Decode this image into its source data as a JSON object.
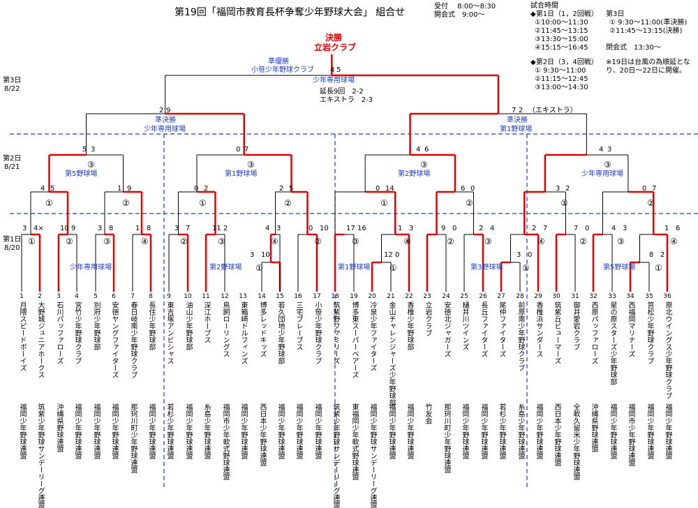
{
  "title": "第19回「福岡市教育長杯争奪少年野球大会」 組合せ",
  "reception": "受付　 8:00～8:30",
  "opening": "開会式　9:00～",
  "schedule": {
    "header": "試合時間",
    "day1": "◆第1日（1，2回戦）",
    "day1_times": [
      "①10:00～11:30",
      "②11:45～13:15",
      "③13:30～15:00",
      "④15:15～16:45"
    ],
    "day2": "◆第2日（3，4回戦）",
    "day2_times": [
      "① 9:30～11:00",
      "②11:15～12:45",
      "③13:00～14:30"
    ],
    "day3": "第3日",
    "day3_times": [
      "① 9:30～11:00(準決勝)",
      "②11:45～13:15(決勝)"
    ],
    "closing": "閉会式　13:30～",
    "note1": "※19日は台風の為順延とな",
    "note2": "り、20日～22日に開催。"
  },
  "days": {
    "d3": "第3日",
    "d3_date": "8/22",
    "d2": "第2日",
    "d2_date": "8/21",
    "d1": "第1日",
    "d1_date": "8/20"
  },
  "final": {
    "label": "決勝",
    "winner": "立岩クラブ",
    "runner_up_label": "準優勝",
    "runner_up": "小笹少年野球クラブ",
    "venue": "少年専用球場",
    "score_left": "4",
    "score_right": "5",
    "note1": "延長9回　2-2",
    "note2": "エキストラ　2-3"
  },
  "semis": {
    "left": {
      "label": "準決勝",
      "venue": "少年専用球場",
      "score_left": "2",
      "score_right": "9"
    },
    "right": {
      "label": "準決勝",
      "venue": "第1野球場",
      "score_left": "7",
      "score_right": "2",
      "note": "（エキストラ）"
    }
  },
  "quarters": [
    {
      "num": "③",
      "venue": "第5野球場",
      "s1": "5",
      "s2": "3"
    },
    {
      "num": "③",
      "venue": "第1野球場",
      "s1": "0",
      "s2": "7"
    },
    {
      "num": "③",
      "venue": "第2野球場",
      "s1": "4",
      "s2": "6"
    },
    {
      "num": "③",
      "venue": "少年専用球場",
      "s1": "4",
      "s2": "3"
    }
  ],
  "r16": [
    {
      "num": "①",
      "s1": "4",
      "s2": "5"
    },
    {
      "num": "②",
      "s1": "1",
      "s2": "9"
    },
    {
      "num": "①",
      "s1": "0",
      "s2": "2"
    },
    {
      "num": "②",
      "s1": "2",
      "s2": "5"
    },
    {
      "num": "①",
      "s1": "0",
      "s2": "14"
    },
    {
      "num": "②",
      "s1": "6",
      "s2": "0"
    },
    {
      "num": "①",
      "s1": "3",
      "s2": "2"
    },
    {
      "num": "②",
      "s1": "0",
      "s2": "7"
    }
  ],
  "r1_venues": [
    "少年専用球場",
    "第2野球場",
    "第1野球場",
    "第3野球場",
    "第5野球場"
  ],
  "r1_matches": [
    {
      "num": "①",
      "s1": "3",
      "s2": "4×"
    },
    {
      "num": "②",
      "s1": "10",
      "s2": "9"
    },
    {
      "num": "③",
      "s1": "3",
      "s2": "8"
    },
    {
      "num": "④",
      "s1": "1",
      "s2": "8"
    },
    {
      "num": "②",
      "s1": "3",
      "s2": "7"
    },
    {
      "num": "③",
      "s1": "11",
      "s2": "2"
    },
    {
      "num": "④",
      "s1": "4",
      "s2": "3"
    },
    {
      "num": "①",
      "s1": "3",
      "s2": "10"
    },
    {
      "num": "②",
      "s1": "0",
      "s2": "10"
    },
    {
      "num": "③",
      "s1": "17",
      "s2": "16"
    },
    {
      "num": "④",
      "s1": "1",
      "s2": "3"
    },
    {
      "num": "①",
      "s1": "12",
      "s2": "0"
    },
    {
      "num": "②",
      "s1": "9",
      "s2": "0"
    },
    {
      "num": "③",
      "s1": "2",
      "s2": "4"
    },
    {
      "num": "④",
      "s1": "2",
      "s2": "7"
    },
    {
      "num": "①",
      "s1": "3",
      "s2": "0"
    },
    {
      "num": "②",
      "s1": "7",
      "s2": "0"
    },
    {
      "num": "③",
      "s1": "4",
      "s2": "3"
    },
    {
      "num": "④",
      "s1": "1",
      "s2": "6"
    },
    {
      "num": "①",
      "s1": "8",
      "s2": "2"
    }
  ],
  "teams": [
    {
      "no": "1",
      "name": "月隈スピードボーイズ",
      "league": "福岡少年野球連盟"
    },
    {
      "no": "2",
      "name": "大野城ジュニアホークス",
      "league": "筑紫少年野球サンデーリーグ連盟"
    },
    {
      "no": "3",
      "name": "石川パッファローズ",
      "league": "沖縄県野球連盟"
    },
    {
      "no": "4",
      "name": "宮竹少年野球クラブ",
      "league": "福岡少年野球連盟"
    },
    {
      "no": "5",
      "name": "別府少年野球部",
      "league": "福岡少年野球連盟"
    },
    {
      "no": "6",
      "name": "安徳ヤングファイターズ",
      "league": "福岡少年野球連盟"
    },
    {
      "no": "7",
      "name": "春日岐南少年野球クラブ",
      "league": "那珂川町少年野球連盟"
    },
    {
      "no": "8",
      "name": "長住少年野球部",
      "league": "福岡少年野球連盟"
    },
    {
      "no": "9",
      "name": "東吉塚アンビシャス",
      "league": "若杉少年野球連盟"
    },
    {
      "no": "10",
      "name": "油山少年野球部",
      "league": "福岡少年野球連盟"
    },
    {
      "no": "11",
      "name": "深江ホープス",
      "league": "糸島少年野球連盟"
    },
    {
      "no": "12",
      "name": "鳥飼ローリングス",
      "league": "福岡市少年軟式野球連盟"
    },
    {
      "no": "13",
      "name": "東箱崎ドルフィンズ",
      "league": "福岡少年野球連盟"
    },
    {
      "no": "14",
      "name": "博多レッドキッズ",
      "league": "西日本少年野球連盟"
    },
    {
      "no": "15",
      "name": "若久団地少年野球部",
      "league": "福岡少年野球連盟"
    },
    {
      "no": "16",
      "name": "三宅ブレーブス",
      "league": "福岡少年野球連盟"
    },
    {
      "no": "17",
      "name": "小笹少年野球クラブ",
      "league": "福岡少年野球連盟"
    },
    {
      "no": "18",
      "name": "筑紫野ファミリーズ",
      "league": "筑紫少年野球サンデーリーグ連盟"
    },
    {
      "no": "19",
      "name": "博多東スーパーベアーズ",
      "league": "東福岡少年軟式野球連盟"
    },
    {
      "no": "20",
      "name": "冷泉少年ファイターズ",
      "league": "福岡少年野球サンデーリーグ連盟"
    },
    {
      "no": "21",
      "name": "金山チャレンジャーズ少年野球部",
      "league": "福岡少年野球連盟"
    },
    {
      "no": "22",
      "name": "香椎少年野球部",
      "league": "福岡少年野球連盟"
    },
    {
      "no": "23",
      "name": "立岩クラブ",
      "league": "竹友会"
    },
    {
      "no": "24",
      "name": "安徳北ジャガーズ",
      "league": "那珂川町少年野球連盟"
    },
    {
      "no": "25",
      "name": "樋井川ツインズ",
      "league": "福岡少年野球連盟"
    },
    {
      "no": "26",
      "name": "長丘ファイターズ",
      "league": "福岡少年野球連盟"
    },
    {
      "no": "27",
      "name": "尾仲ファイターズ",
      "league": "若杉少年野球連盟"
    },
    {
      "no": "28",
      "name": "前原南少年野球クラブ",
      "league": "糸島少年野球連盟"
    },
    {
      "no": "29",
      "name": "香椎浜サンダース",
      "league": "福岡少年野球連盟"
    },
    {
      "no": "30",
      "name": "筑紫丘ビューマーズ",
      "league": "西日本少年野球連盟"
    },
    {
      "no": "31",
      "name": "御井愛宕クラブ",
      "league": "全軟久留米少年野球連盟"
    },
    {
      "no": "32",
      "name": "西原パッファローズ",
      "league": "沖縄県野球連盟"
    },
    {
      "no": "33",
      "name": "星の原スターズ少年野球部",
      "league": "福岡少年野球連盟"
    },
    {
      "no": "34",
      "name": "西福岡マリナーズ",
      "league": "福岡市少年野球連盟"
    },
    {
      "no": "35",
      "name": "筥松少年野球クラブ",
      "league": "福岡少年野球連盟"
    },
    {
      "no": "36",
      "name": "原北ウイングス少年野球クラブ",
      "league": "福岡少年野球連盟"
    }
  ],
  "colors": {
    "win_line": "#e00000",
    "line": "#000000",
    "dash": "#1a3cc8",
    "venue_text": "#1a3cc8"
  }
}
